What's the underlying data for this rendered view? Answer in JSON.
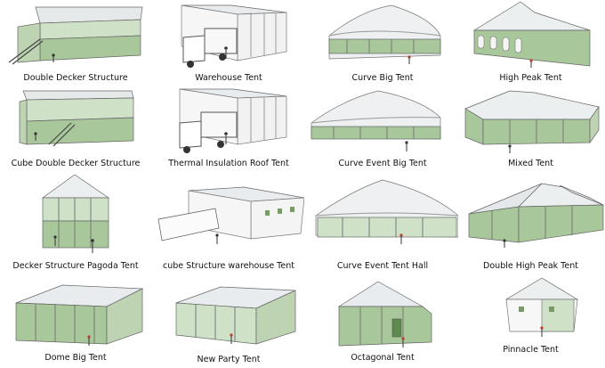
{
  "colors": {
    "roof": "#e9ecee",
    "wall": "#a8c79a",
    "frame": "#6c6c6c",
    "glass": "#cfe2c8",
    "person": "#c0392b"
  },
  "tents": [
    {
      "label": "Double Decker Structure",
      "icon": "double-decker-icon"
    },
    {
      "label": "Warehouse Tent",
      "icon": "warehouse-tent-icon"
    },
    {
      "label": "Curve Big Tent",
      "icon": "curve-tent-icon"
    },
    {
      "label": "High Peak Tent",
      "icon": "high-peak-tent-icon"
    },
    {
      "label": "Cube Double Decker Structure",
      "icon": "cube-double-decker-icon"
    },
    {
      "label": "Thermal Insulation Roof  Tent",
      "icon": "thermal-roof-tent-icon"
    },
    {
      "label": "Curve Event Big Tent",
      "icon": "curve-event-tent-icon"
    },
    {
      "label": "Mixed Tent",
      "icon": "mixed-tent-icon"
    },
    {
      "label": "Decker Structure Pagoda Tent",
      "icon": "pagoda-tent-icon"
    },
    {
      "label": "cube Structure warehouse Tent",
      "icon": "cube-warehouse-tent-icon"
    },
    {
      "label": "Curve Event Tent Hall",
      "icon": "curve-tent-hall-icon"
    },
    {
      "label": "Double High Peak Tent",
      "icon": "double-high-peak-tent-icon"
    },
    {
      "label": "Dome Big Tent",
      "icon": "dome-tent-icon"
    },
    {
      "label": "New Party Tent",
      "icon": "party-tent-icon"
    },
    {
      "label": "Octagonal Tent",
      "icon": "octagonal-tent-icon"
    },
    {
      "label": "Pinnacle Tent",
      "icon": "pinnacle-tent-icon"
    }
  ]
}
